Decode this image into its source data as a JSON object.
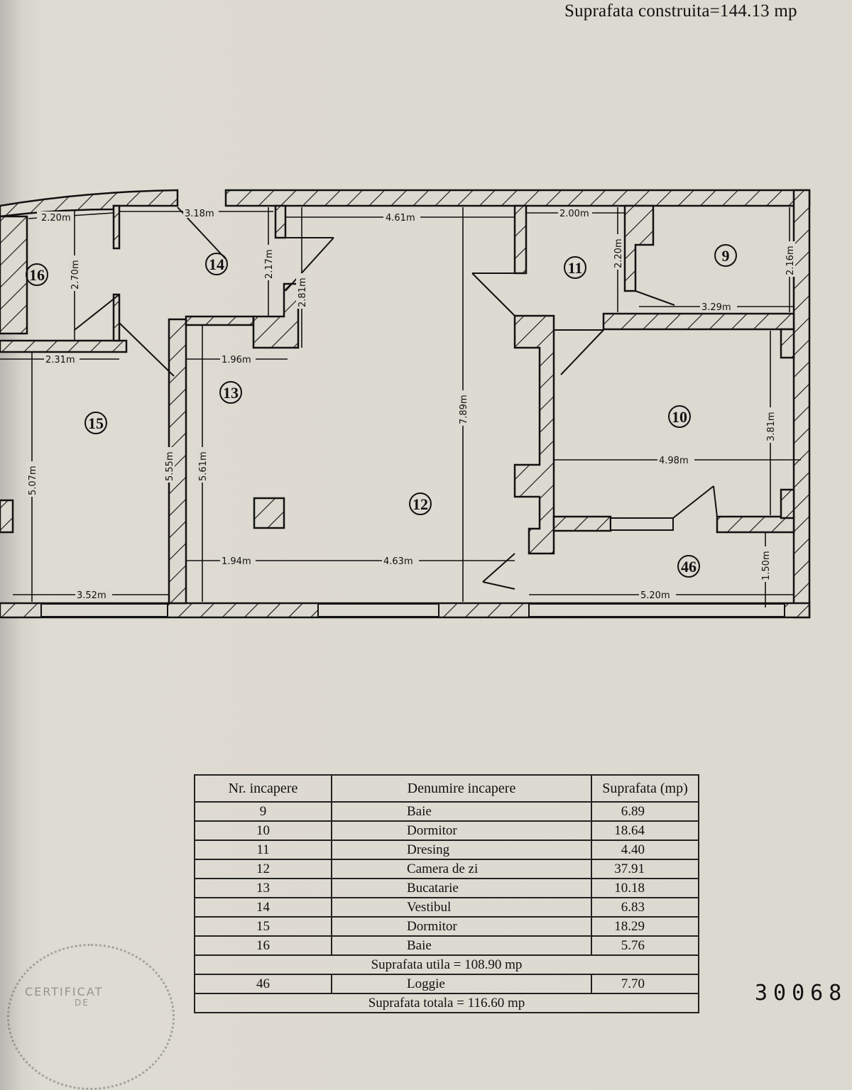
{
  "header": {
    "title": "Suprafata construita=144.13 mp"
  },
  "plan": {
    "rooms": [
      {
        "nr": "16"
      },
      {
        "nr": "14"
      },
      {
        "nr": "13"
      },
      {
        "nr": "15"
      },
      {
        "nr": "12"
      },
      {
        "nr": "11"
      },
      {
        "nr": "9"
      },
      {
        "nr": "10"
      },
      {
        "nr": "46"
      }
    ],
    "dimensions": {
      "d220a": "2.20m",
      "d318": "3.18m",
      "d217": "2.17m",
      "d281": "2.81m",
      "d461": "4.61m",
      "d200": "2.00m",
      "d220b": "2.20m",
      "d216": "2.16m",
      "d329": "3.29m",
      "d270": "2.70m",
      "d231": "2.31m",
      "d196": "1.96m",
      "d789": "7.89m",
      "d381": "3.81m",
      "d498": "4.98m",
      "d507": "5.07m",
      "d555": "5.55m",
      "d561": "5.61m",
      "d194": "1.94m",
      "d463": "4.63m",
      "d150": "1.50m",
      "d352": "3.52m",
      "d520": "5.20m"
    }
  },
  "table": {
    "headers": [
      "Nr. incapere",
      "Denumire incapere",
      "Suprafata (mp)"
    ],
    "rows": [
      {
        "nr": "9",
        "name": "Baie",
        "area": "6.89"
      },
      {
        "nr": "10",
        "name": "Dormitor",
        "area": "18.64"
      },
      {
        "nr": "11",
        "name": "Dresing",
        "area": "4.40"
      },
      {
        "nr": "12",
        "name": "Camera de zi",
        "area": "37.91"
      },
      {
        "nr": "13",
        "name": "Bucatarie",
        "area": "10.18"
      },
      {
        "nr": "14",
        "name": "Vestibul",
        "area": "6.83"
      },
      {
        "nr": "15",
        "name": "Dormitor",
        "area": "18.29"
      },
      {
        "nr": "16",
        "name": "Baie",
        "area": "5.76"
      }
    ],
    "suprafata_utila": "Suprafata utila =    108.90 mp",
    "loggia": {
      "nr": "46",
      "name": "Loggie",
      "area": "7.70"
    },
    "suprafata_totala": "Suprafata totala =  116.60 mp"
  },
  "stamp": {
    "line1": "CERTIFICAT",
    "line2": "DE"
  },
  "serial": "30068"
}
